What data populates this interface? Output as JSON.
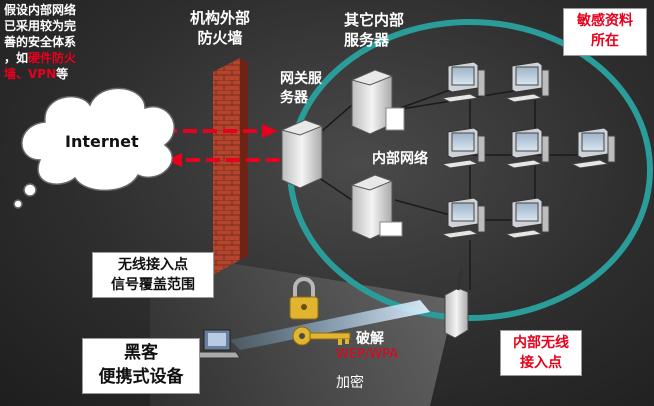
{
  "intro": {
    "line1": "假设内部网络",
    "line2": "已采用较为完",
    "line3": "善的安全体系",
    "line4_prefix": "，如",
    "line4_red": "硬件防火",
    "line5_red": "墙、VPN",
    "line5_suffix": "等"
  },
  "firewall_label": {
    "line1": "机构外部",
    "line2": "防火墙"
  },
  "other_servers_label": {
    "line1": "其它内部",
    "line2": "服务器"
  },
  "sensitive_label": {
    "line1": "敏感资料",
    "line2": "所在"
  },
  "gateway_label": {
    "line1": "网关服",
    "line2": "务器"
  },
  "internal_network_label": "内部网络",
  "internet_label": "Internet",
  "coverage_label": {
    "line1": "无线接入点",
    "line2": "信号覆盖范围"
  },
  "hacker_label": {
    "line1": "黑客",
    "line2": "便携式设备"
  },
  "crack_label": "破解",
  "wep_label": "WEP/WPA",
  "encrypt_label": "加密",
  "wireless_ap_label": {
    "line1": "内部无线",
    "line2": "接入点"
  },
  "colors": {
    "red": "#e8001c",
    "teal": "#2a9d9a",
    "firewall": "#b0402a"
  }
}
